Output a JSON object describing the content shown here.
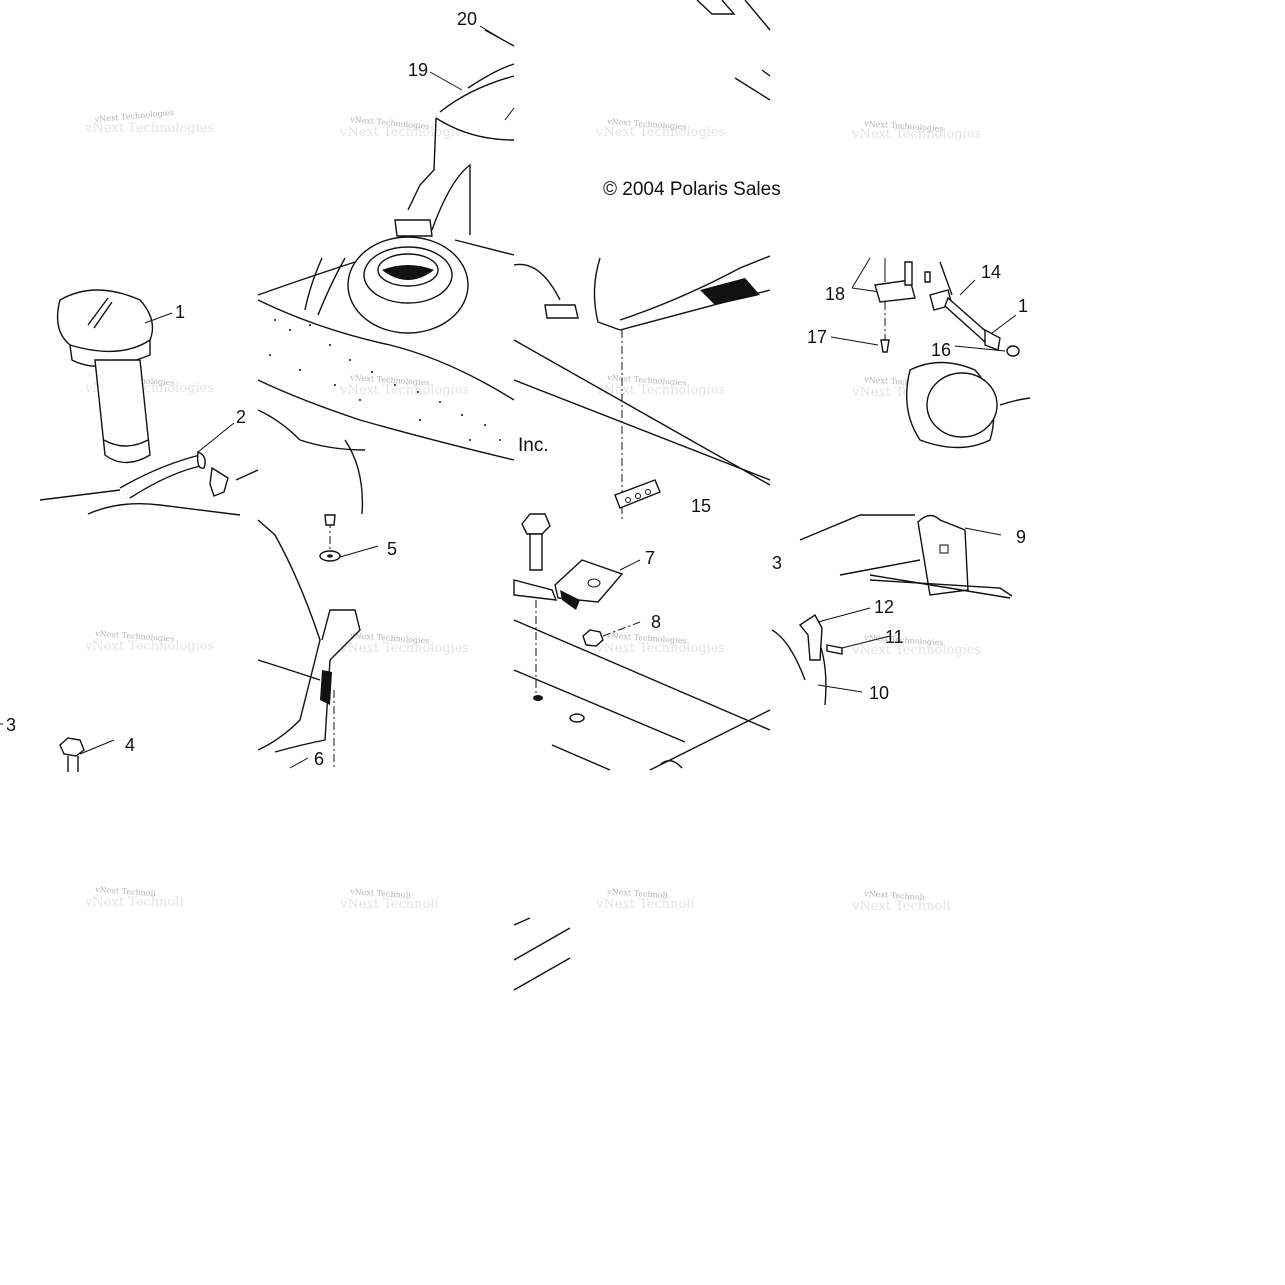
{
  "copyright": {
    "line1": "© 2004 Polaris Sales",
    "line2": "Inc."
  },
  "watermark": {
    "text": "vNext Technologies",
    "text_cut": "vNext Technoli"
  },
  "callouts": {
    "c1a": "1",
    "c1b": "1",
    "c2": "2",
    "c3a": "3",
    "c3b": "3",
    "c4": "4",
    "c5": "5",
    "c6": "6",
    "c7": "7",
    "c8": "8",
    "c9": "9",
    "c10": "10",
    "c11": "11",
    "c12": "12",
    "c14": "14",
    "c15": "15",
    "c16": "16",
    "c17": "17",
    "c18": "18",
    "c19": "19",
    "c20": "20"
  }
}
